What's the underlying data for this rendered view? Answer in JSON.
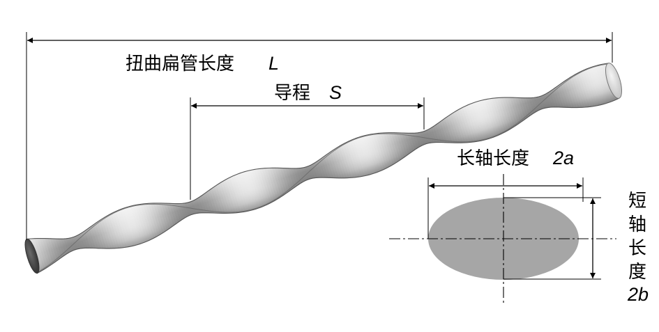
{
  "labels": {
    "overall_length": {
      "text": "扭曲扁管长度",
      "symbol": "L"
    },
    "lead": {
      "text": "导程",
      "symbol": "S"
    },
    "major_axis": {
      "text": "长轴长度",
      "symbol": "2a"
    },
    "minor_axis": {
      "chars": [
        "短",
        "轴",
        "长",
        "度"
      ],
      "symbol": "2b"
    }
  },
  "colors": {
    "cross_section_fill": "#a6a6a6",
    "tube_outline": "#555555",
    "dimension_lines": "#000000"
  }
}
